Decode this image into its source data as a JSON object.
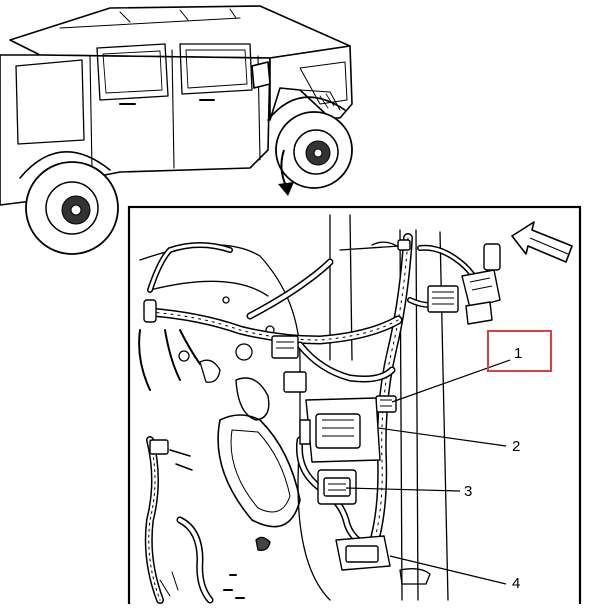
{
  "callouts": [
    {
      "label": "1"
    },
    {
      "label": "2"
    },
    {
      "label": "3"
    },
    {
      "label": "4"
    }
  ],
  "colors": {
    "line": "#000000",
    "highlight": "#d9403f",
    "background": "#ffffff"
  },
  "icons": [
    "vehicle-illustration",
    "zoom-arrow-icon",
    "direction-arrow-icon",
    "wiring-harness",
    "connector-module"
  ]
}
